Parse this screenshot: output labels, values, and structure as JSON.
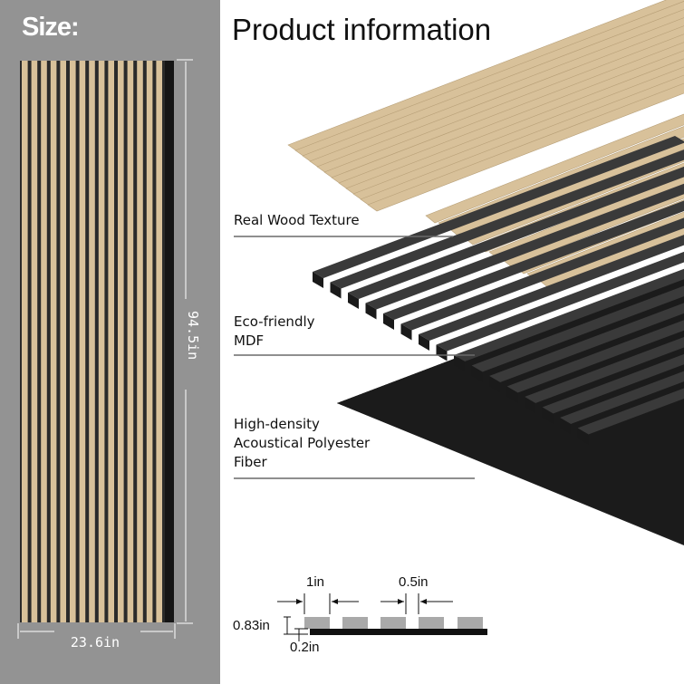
{
  "size_panel": {
    "title": "Size:",
    "width_label": "23.6in",
    "height_label": "94.5in",
    "slat_color": "#d8c19a",
    "gap_color": "#2a2a2a",
    "panel_color": "#939393"
  },
  "product_info": {
    "title": "Product information",
    "layers": [
      {
        "label": "Real Wood Texture"
      },
      {
        "label_line1": "Eco-friendly",
        "label_line2": "MDF"
      },
      {
        "label_line1": "High-density",
        "label_line2": "Acoustical Polyester",
        "label_line3": "Fiber"
      }
    ]
  },
  "dimensions": {
    "slat_width": "1in",
    "gap_width": "0.5in",
    "total_thickness": "0.83in",
    "base_thickness": "0.2in"
  }
}
